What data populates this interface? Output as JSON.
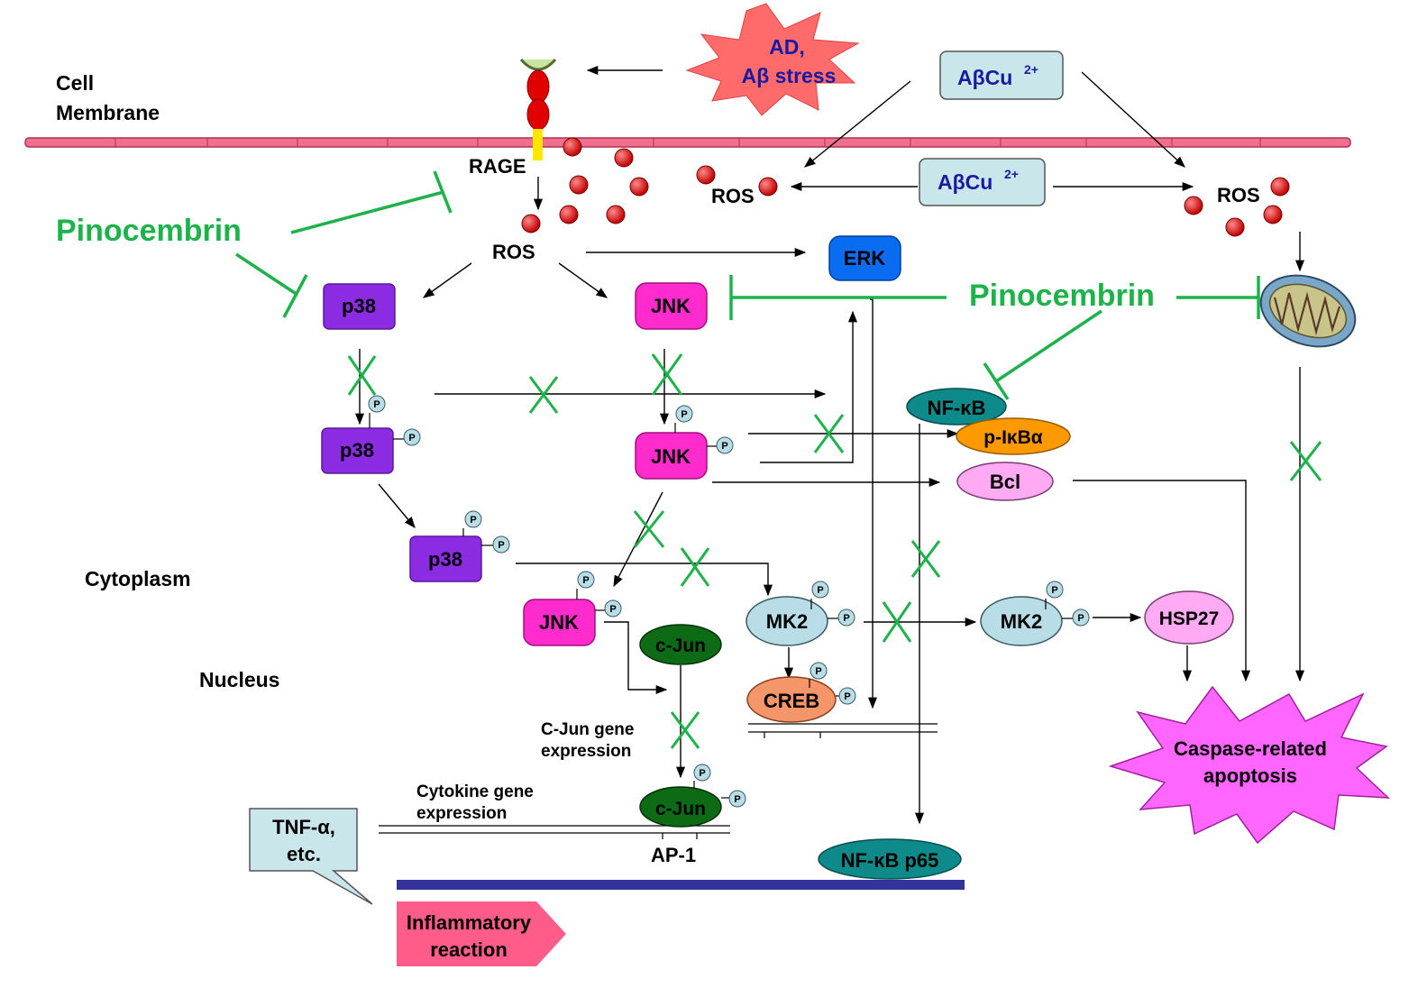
{
  "labels": {
    "cell_membrane": [
      "Cell",
      "Membrane"
    ],
    "rage": "RAGE",
    "cytoplasm": "Cytoplasm",
    "nucleus": "Nucleus",
    "ad_stress": [
      "AD,",
      "Aβ stress"
    ],
    "abcu_top": "AβCu",
    "abcu_mid": "AβCu",
    "abcu_superscript": "2+",
    "ros_center": "ROS",
    "ros_membrane": "ROS",
    "ros_right": "ROS",
    "pinocembrin_left": "Pinocembrin",
    "pinocembrin_right": "Pinocembrin",
    "erk": "ERK",
    "p38": "p38",
    "jnk": "JNK",
    "nfkb": "NF-κB",
    "pikba": "p-IκBα",
    "bcl": "Bcl",
    "mk2": "MK2",
    "hsp27": "HSP27",
    "creb": "CREB",
    "cjun": "c-Jun",
    "phospho": "P",
    "cjun_gene": [
      "C-Jun gene",
      "expression"
    ],
    "cytokine_gene": [
      "Cytokine gene",
      "expression"
    ],
    "ap1": "AP-1",
    "tnf": [
      "TNF-α,",
      "etc."
    ],
    "nfkb_p65": "NF-κB p65",
    "inflammatory": [
      "Inflammatory",
      "reaction"
    ],
    "apoptosis": [
      "Caspase-related",
      "apoptosis"
    ]
  },
  "colors": {
    "pinocembrin": "#1db34a",
    "p38": "#8b2be2",
    "jnk": "#ff2bcc",
    "erk": "#0a6cf0",
    "nfkb": "#0f8a8a",
    "pikba": "#ff9900",
    "bcl": "#ffaaf2",
    "mk2": "#b8dde6",
    "hsp27": "#ffaaf2",
    "creb": "#f5956a",
    "cjun": "#0d6b16",
    "apoptosis": "#ff66ff",
    "inflammatory": "#ff5c8a",
    "membrane": "#ef6f8e",
    "ros_ball": "#d40000",
    "abcu_box": "#c9e6ea",
    "ad_burst": "#ff6b6b",
    "nucleus_bar": "#333399"
  }
}
